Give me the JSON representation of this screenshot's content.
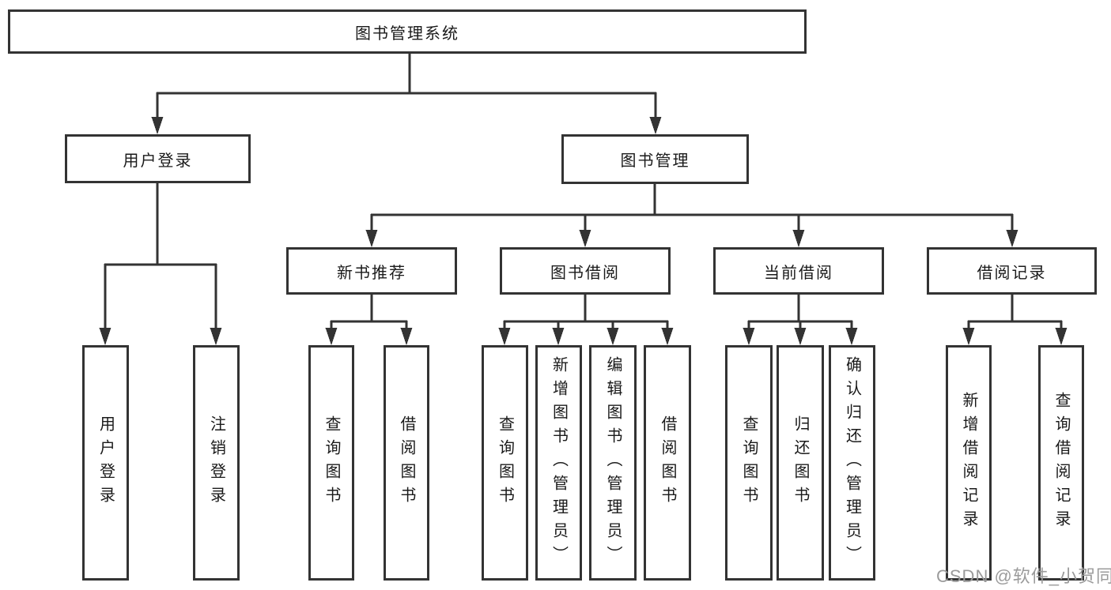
{
  "tree": {
    "label": "图书管理系统",
    "children": [
      {
        "label": "用户登录",
        "children": [
          {
            "label": "用户登录"
          },
          {
            "label": "注销登录"
          }
        ]
      },
      {
        "label": "图书管理",
        "children": [
          {
            "label": "新书推荐",
            "children": [
              {
                "label": "查询图书"
              },
              {
                "label": "借阅图书"
              }
            ]
          },
          {
            "label": "图书借阅",
            "children": [
              {
                "label": "查询图书"
              },
              {
                "label": "新增图书（管理员）"
              },
              {
                "label": "编辑图书（管理员）"
              },
              {
                "label": "借阅图书"
              }
            ]
          },
          {
            "label": "当前借阅",
            "children": [
              {
                "label": "查询图书"
              },
              {
                "label": "归还图书"
              },
              {
                "label": "确认归还（管理员）"
              }
            ]
          },
          {
            "label": "借阅记录",
            "children": [
              {
                "label": "新增借阅记录"
              },
              {
                "label": "查询借阅记录"
              }
            ]
          }
        ]
      }
    ]
  },
  "watermark": {
    "text": "CSDN @软件_小贺同学",
    "color": "#9b9b9b"
  },
  "colors": {
    "line": "#333333",
    "text": "#1a1a1a",
    "background": "#ffffff"
  }
}
